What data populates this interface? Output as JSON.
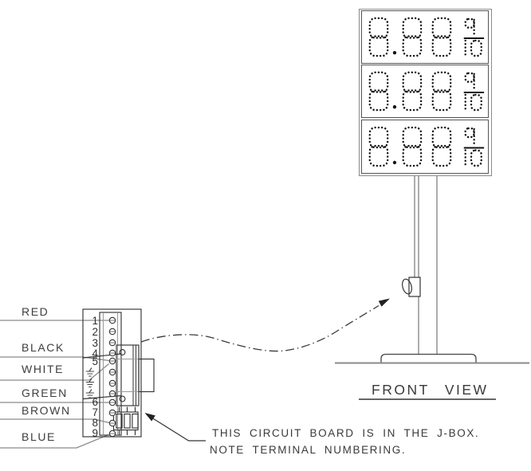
{
  "sign": {
    "caption": "FRONT VIEW",
    "panel_count": 3,
    "display_price": "8.88",
    "fraction_numerator": "9",
    "fraction_denominator": "10"
  },
  "wires": [
    {
      "label": "RED"
    },
    {
      "label": "BLACK"
    },
    {
      "label": "WHITE"
    },
    {
      "label": "GREEN"
    },
    {
      "label": "BROWN"
    },
    {
      "label": "BLUE"
    }
  ],
  "terminals": {
    "numbers": [
      "1",
      "2",
      "3",
      "4",
      "5",
      "6",
      "7",
      "8",
      "9"
    ],
    "ground_symbol_count": 3
  },
  "note": {
    "line1": "THIS CIRCUIT BOARD IS IN THE J-BOX.",
    "line2": "NOTE TERMINAL NUMBERING."
  },
  "colors": {
    "linework_gray": "#8a8a8a",
    "outline_dark": "#333333",
    "text": "#3d3d3d",
    "digits": "#111111"
  }
}
